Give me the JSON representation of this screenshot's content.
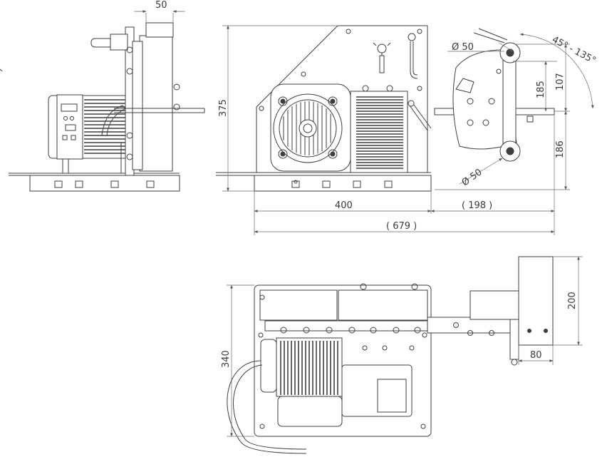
{
  "drawing": {
    "views": [
      "left-side-view",
      "front-view",
      "top-view"
    ],
    "line_color": "#3f3f3f",
    "background": "#ffffff"
  },
  "dimensions": {
    "side_top": "50",
    "front_height": "375",
    "angle_range": "45° - 135°",
    "wheel_top_diameter": "Ø 50",
    "wheel_bottom_diameter": "Ø 50",
    "arm_185": "185",
    "arm_107": "107",
    "arm_186": "186",
    "base_length": "400",
    "arm_length": "( 198 )",
    "overall_length": "( 679 )",
    "plan_depth": "340",
    "plate_height": "200",
    "plate_width": "80"
  }
}
